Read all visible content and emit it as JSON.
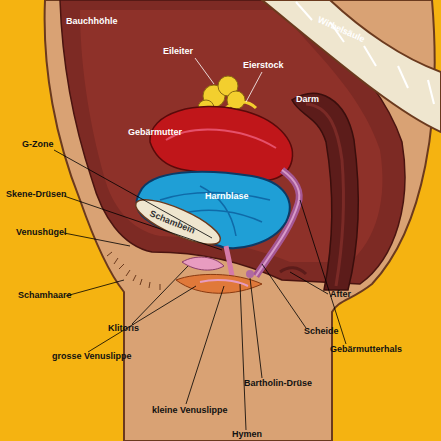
{
  "diagram": {
    "labels": [
      "Bauchhöhle",
      "Wirbelsäule",
      "Eileiter",
      "Eierstock",
      "Darm",
      "Gebärmutter",
      "G-Zone",
      "Skene-Drüsen",
      "Harnblase",
      "Schambein",
      "Venushügel",
      "Schamhaare",
      "After",
      "Scheide",
      "Gebärmutterhals",
      "Klitoris",
      "grosse Venuslippe",
      "Bartholin-Drüse",
      "kleine Venuslippe",
      "Hymen"
    ]
  }
}
